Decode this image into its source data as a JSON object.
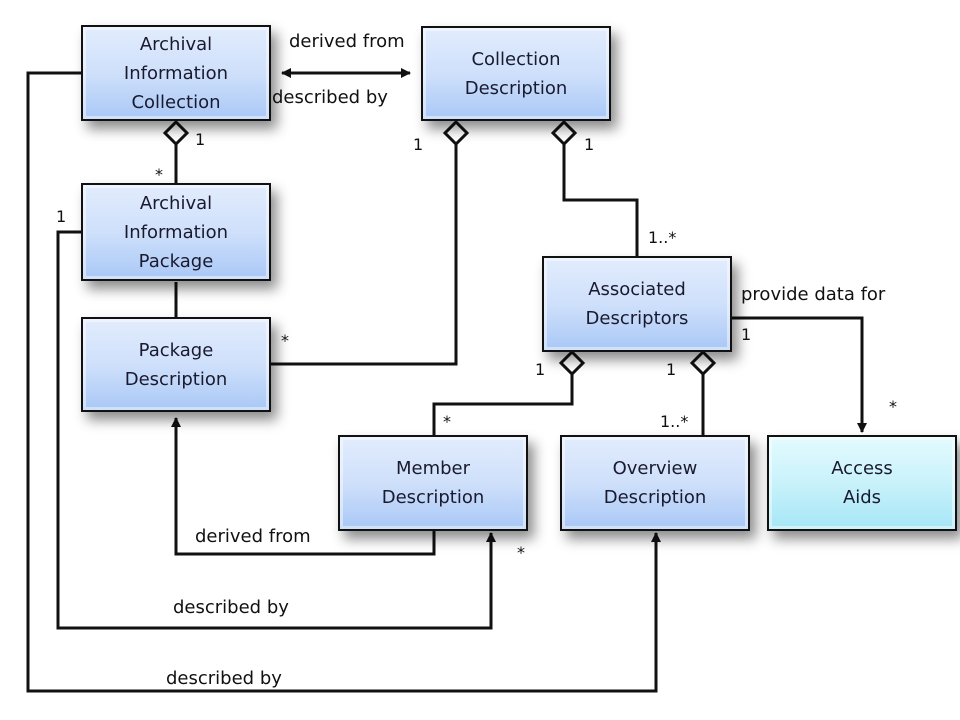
{
  "diagram": {
    "boxes": {
      "aic": "Archival\nInformation\nCollection",
      "cd": "Collection\nDescription",
      "aip": "Archival\nInformation\nPackage",
      "pd": "Package\nDescription",
      "ad": "Associated\nDescriptors",
      "md": "Member\nDescription",
      "od": "Overview\nDescription",
      "aa": "Access\nAids"
    },
    "labels": {
      "aic_cd_top": "derived from",
      "aic_cd_bottom": "described by",
      "md_pd": "derived from",
      "aip_md": "described by",
      "aic_od": "described by",
      "ad_aa": "provide data for"
    },
    "multiplicities": {
      "aic_agg": "1",
      "aip_star": "*",
      "aip_left": "1",
      "cd_left": "1",
      "cd_right": "1",
      "ad_top": "1..*",
      "pd_right": "*",
      "ad_right": "1",
      "ad_left_agg": "1",
      "ad_right_agg": "1",
      "md_top": "*",
      "od_top": "1..*",
      "aa_top": "*",
      "md_bottom": "*"
    }
  }
}
